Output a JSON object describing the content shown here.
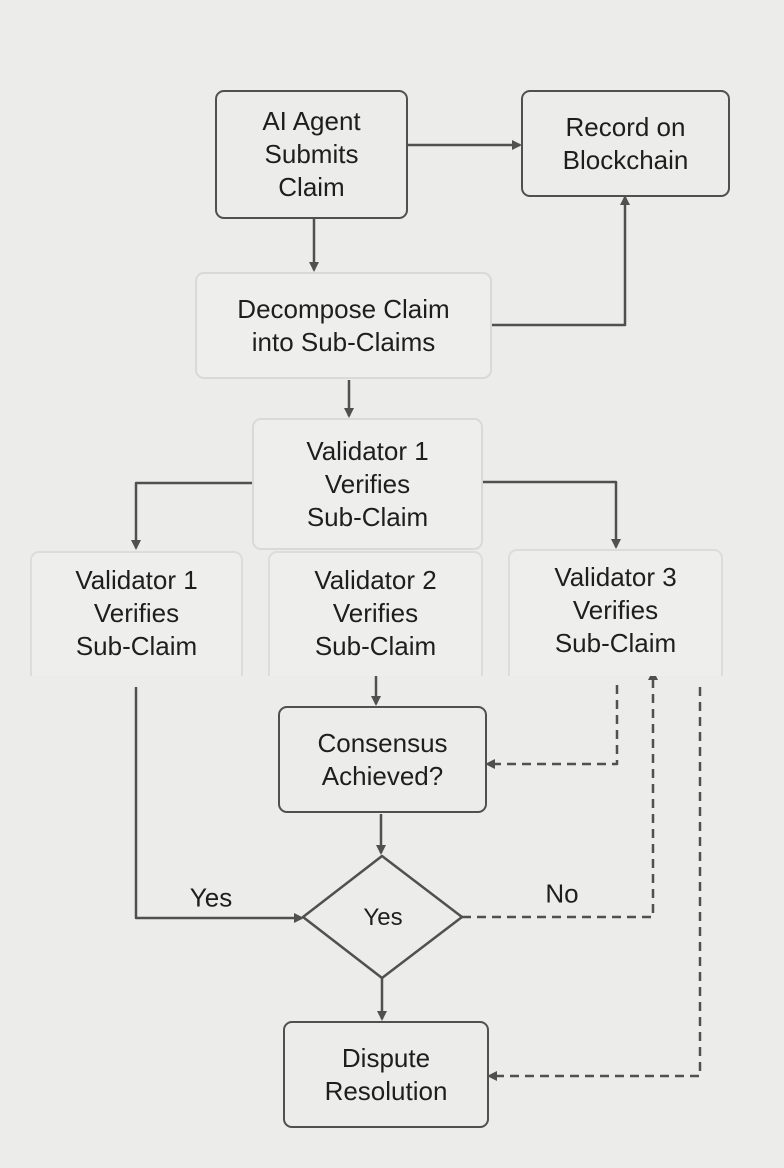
{
  "nodes": {
    "submit": "AI Agent\nSubmits\nClaim",
    "record": "Record on\nBlockchain",
    "decompose": "Decompose Claim\ninto Sub-Claims",
    "validator_top": "Validator 1\nVerifies\nSub-Claim",
    "validator_left": "Validator 1\nVerifies\nSub-Claim",
    "validator_mid": "Validator 2\nVerifies\nSub-Claim",
    "validator_right": "Validator 3\nVerifies\nSub-Claim",
    "consensus": "Consensus\nAchieved?",
    "decision": "Yes",
    "dispute": "Dispute\nResolution"
  },
  "edge_labels": {
    "yes": "Yes",
    "no": "No"
  },
  "colors": {
    "background": "#ececeb",
    "box_border": "#505050",
    "faded_border": "#d9d9d7",
    "arrow": "#505050",
    "text": "#1e1e1e"
  }
}
